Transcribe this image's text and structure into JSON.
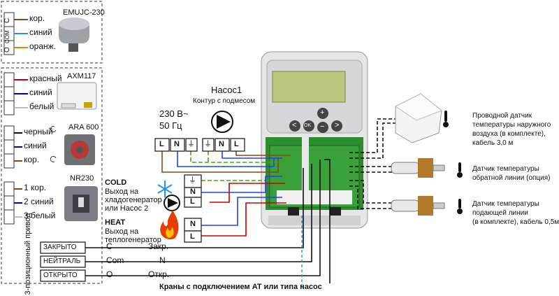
{
  "actuators": {
    "emujc": {
      "name": "EMUJC-230",
      "wires": [
        "кор.",
        "синий",
        "оранж."
      ]
    },
    "axm": {
      "name": "AXM117",
      "wires": [
        "красный",
        "синий",
        "белый"
      ]
    },
    "ara": {
      "name": "ARA 600",
      "wires": [
        "черный",
        "синий",
        "кор."
      ]
    },
    "nr": {
      "name": "NR230",
      "wires": [
        "1 кор.",
        "2 синий",
        "3 белый"
      ]
    },
    "terminal_letters": [
      "C",
      "COM",
      "O"
    ]
  },
  "power": {
    "voltage": "230 В~",
    "freq": "50 Гц",
    "terminals": [
      "L",
      "N",
      "⏚"
    ]
  },
  "pump": {
    "title": "Насос1",
    "subtitle": "Контур с подмесом",
    "terminals": [
      "⏚",
      "N",
      "L"
    ]
  },
  "cold": {
    "title": "COLD",
    "line1": "Выход на",
    "line2": "хладогенератор",
    "line3": "или Насос 2",
    "terminals": [
      "⏚",
      "N",
      "L"
    ]
  },
  "heat": {
    "title": "HEAT",
    "line1": "Выход на",
    "line2": "теплогенератор",
    "terminals": [
      "N",
      "L"
    ]
  },
  "controller": {
    "buttons": [
      "+",
      "−",
      "<",
      ">",
      "OK"
    ]
  },
  "sensors": {
    "outdoor": {
      "lines": [
        "Проводной датчик",
        "температуры наружного",
        "воздуха (в комплекте),",
        "кабель 3,0 м"
      ]
    },
    "return": {
      "lines": [
        "Датчик температуры",
        "обратной линии (опция)"
      ]
    },
    "supply": {
      "lines": [
        "Датчик температуры",
        "подающей линии",
        "(в комплекте), кабель 0,5м"
      ]
    }
  },
  "three_pos": {
    "title": "3-позиционный привод",
    "rows": [
      "ЗАКРЫТО",
      "НЕЙТРАЛЬ",
      "ОТКРЫТО"
    ],
    "codes": [
      "C",
      "Com",
      "O"
    ],
    "labels": [
      "Закр.",
      "N",
      "Откр."
    ]
  },
  "bottom_caption": "Краны с подключением AT или типа насос"
}
